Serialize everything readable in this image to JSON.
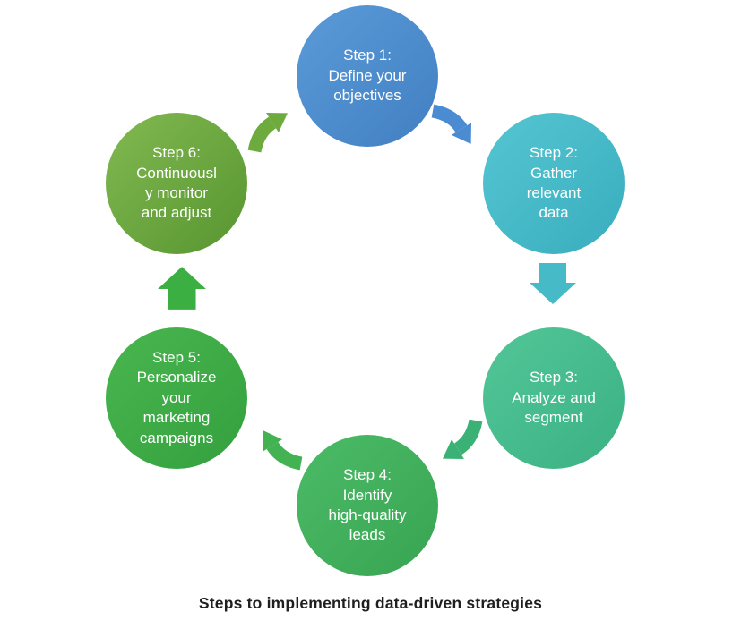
{
  "title": "Steps to implementing data-driven strategies",
  "title_color": "#1f1f1f",
  "background_color": "#ffffff",
  "text_color": "#ffffff",
  "diagram_type": "circular-process-cycle",
  "steps": [
    {
      "id": 1,
      "label": "Step 1:\nDefine your\nobjectives",
      "color_top": "#5b9bd8",
      "color_bottom": "#417fc2"
    },
    {
      "id": 2,
      "label": "Step 2:\nGather\nrelevant\ndata",
      "color_top": "#55c6d2",
      "color_bottom": "#39adbe"
    },
    {
      "id": 3,
      "label": "Step 3:\nAnalyze and\nsegment",
      "color_top": "#52c697",
      "color_bottom": "#3bb184"
    },
    {
      "id": 4,
      "label": "Step 4:\nIdentify\nhigh-quality\nleads",
      "color_top": "#4cbb66",
      "color_bottom": "#37a452"
    },
    {
      "id": 5,
      "label": "Step 5:\nPersonalize\nyour\nmarketing\ncampaigns",
      "color_top": "#49b64f",
      "color_bottom": "#33a03e"
    },
    {
      "id": 6,
      "label": "Step 6:\nContinuousl\ny monitor\nand adjust",
      "color_top": "#82b951",
      "color_bottom": "#579530"
    }
  ],
  "arrows": [
    {
      "from": "Step 6",
      "to": "Step 1",
      "direction": "up-right",
      "color": "#6dab3e"
    },
    {
      "from": "Step 1",
      "to": "Step 2",
      "direction": "down-right",
      "color": "#4a8bd1"
    },
    {
      "from": "Step 2",
      "to": "Step 3",
      "direction": "down",
      "color": "#47bac7"
    },
    {
      "from": "Step 3",
      "to": "Step 4",
      "direction": "down-left",
      "color": "#3bb275"
    },
    {
      "from": "Step 4",
      "to": "Step 5",
      "direction": "up-left",
      "color": "#42b252"
    },
    {
      "from": "Step 5",
      "to": "Step 6",
      "direction": "up",
      "color": "#3caf43"
    }
  ]
}
